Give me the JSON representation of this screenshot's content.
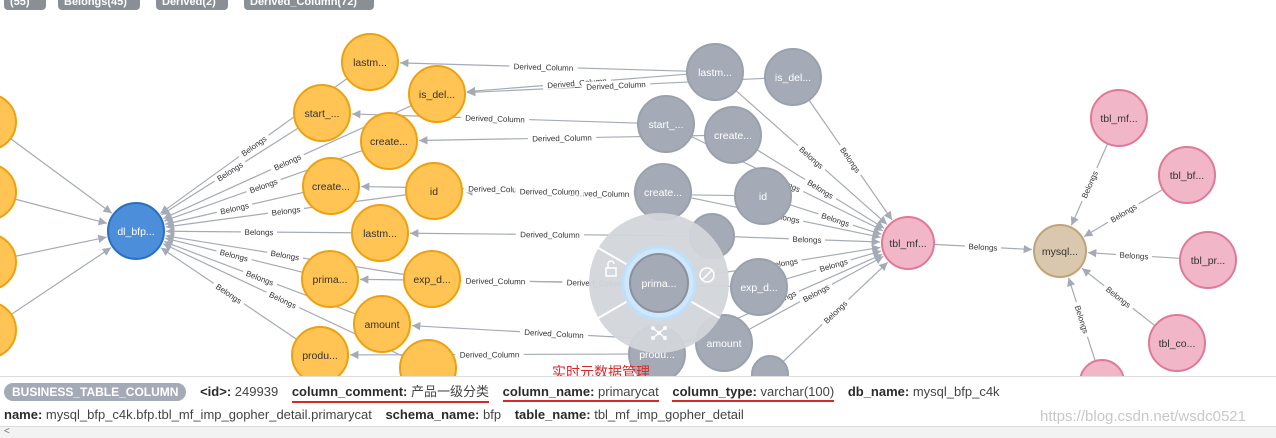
{
  "top_chips": [
    {
      "label": "(55)"
    },
    {
      "label": "Belongs(45)"
    },
    {
      "label": "Derived(2)"
    },
    {
      "label": "Derived_Column(72)"
    }
  ],
  "colors": {
    "yellow": "#ffc454",
    "yellow_stroke": "#eda10f",
    "gray": "#a5abb6",
    "gray_stroke": "#9aa1ac",
    "blue": "#4c8eda",
    "blue_stroke": "#2870c2",
    "pink": "#f16667",
    "pink_fill": "#f2b6c9",
    "pink_stroke": "#de7a98",
    "tan": "#d9c8ae",
    "tan_stroke": "#c0a378",
    "edge": "#a5abb6"
  },
  "graph": {
    "nodes": [
      {
        "id": "yl1",
        "label": "",
        "kind": "yellow"
      },
      {
        "id": "yl2",
        "label": "",
        "kind": "yellow"
      },
      {
        "id": "yl3",
        "label": "",
        "kind": "yellow"
      },
      {
        "id": "yl4",
        "label": "",
        "kind": "yellow"
      },
      {
        "id": "dlbfp",
        "label": "dl_bfp...",
        "kind": "blue"
      },
      {
        "id": "y_lastm1",
        "label": "lastm...",
        "kind": "yellow"
      },
      {
        "id": "y_isdel",
        "label": "is_del...",
        "kind": "yellow"
      },
      {
        "id": "y_start",
        "label": "start_...",
        "kind": "yellow"
      },
      {
        "id": "y_create1",
        "label": "create...",
        "kind": "yellow"
      },
      {
        "id": "y_create2",
        "label": "create...",
        "kind": "yellow"
      },
      {
        "id": "y_id",
        "label": "id",
        "kind": "yellow"
      },
      {
        "id": "y_lastm2",
        "label": "lastm...",
        "kind": "yellow"
      },
      {
        "id": "y_prima",
        "label": "prima...",
        "kind": "yellow"
      },
      {
        "id": "y_expd",
        "label": "exp_d...",
        "kind": "yellow"
      },
      {
        "id": "y_amount",
        "label": "amount",
        "kind": "yellow"
      },
      {
        "id": "y_produ",
        "label": "produ...",
        "kind": "yellow"
      },
      {
        "id": "y_bottom",
        "label": "",
        "kind": "yellow"
      },
      {
        "id": "g_lastm",
        "label": "lastm...",
        "kind": "gray"
      },
      {
        "id": "g_isdel",
        "label": "is_del...",
        "kind": "gray"
      },
      {
        "id": "g_start",
        "label": "start_...",
        "kind": "gray"
      },
      {
        "id": "g_create1",
        "label": "create...",
        "kind": "gray"
      },
      {
        "id": "g_create2",
        "label": "create...",
        "kind": "gray"
      },
      {
        "id": "g_id",
        "label": "id",
        "kind": "gray"
      },
      {
        "id": "g_mid",
        "label": "",
        "kind": "gray"
      },
      {
        "id": "g_expd",
        "label": "exp_d...",
        "kind": "gray"
      },
      {
        "id": "g_amount",
        "label": "amount",
        "kind": "gray"
      },
      {
        "id": "g_produ",
        "label": "produ...",
        "kind": "gray"
      },
      {
        "id": "g_bottom",
        "label": "",
        "kind": "gray"
      },
      {
        "id": "g_prima",
        "label": "prima...",
        "kind": "gray"
      },
      {
        "id": "tblmf",
        "label": "tbl_mf...",
        "kind": "pink"
      },
      {
        "id": "mysql",
        "label": "mysql...",
        "kind": "tan"
      },
      {
        "id": "p_tblmf",
        "label": "tbl_mf...",
        "kind": "pink"
      },
      {
        "id": "p_tblbf",
        "label": "tbl_bf...",
        "kind": "pink"
      },
      {
        "id": "p_tblpr",
        "label": "tbl_pr...",
        "kind": "pink"
      },
      {
        "id": "p_tblco",
        "label": "tbl_co...",
        "kind": "pink"
      },
      {
        "id": "p_bottom",
        "label": "",
        "kind": "pink"
      }
    ],
    "edge_label_belongs": "Belongs",
    "edge_label_derived": "Derived_Column",
    "extra_labels": [
      "Derived_Column"
    ]
  },
  "info": {
    "label_pill": "BUSINESS_TABLE_COLUMN",
    "row1": [
      {
        "key": "<id>:",
        "value": "249939"
      },
      {
        "key": "column_comment:",
        "value": "产品一级分类"
      },
      {
        "key": "column_name:",
        "value": "primarycat"
      },
      {
        "key": "column_type:",
        "value": "varchar(100)"
      },
      {
        "key": "db_name:",
        "value": "mysql_bfp_c4k"
      }
    ],
    "row2": [
      {
        "key": "name:",
        "value": "mysql_bfp_c4k.bfp.tbl_mf_imp_gopher_detail.primarycat"
      },
      {
        "key": "schema_name:",
        "value": "bfp"
      },
      {
        "key": "table_name:",
        "value": "tbl_mf_imp_gopher_detail"
      }
    ]
  },
  "annotation": "实时元数据管理",
  "watermark": "https://blog.csdn.net/wsdc0521",
  "scroll_left_arrow": "<"
}
